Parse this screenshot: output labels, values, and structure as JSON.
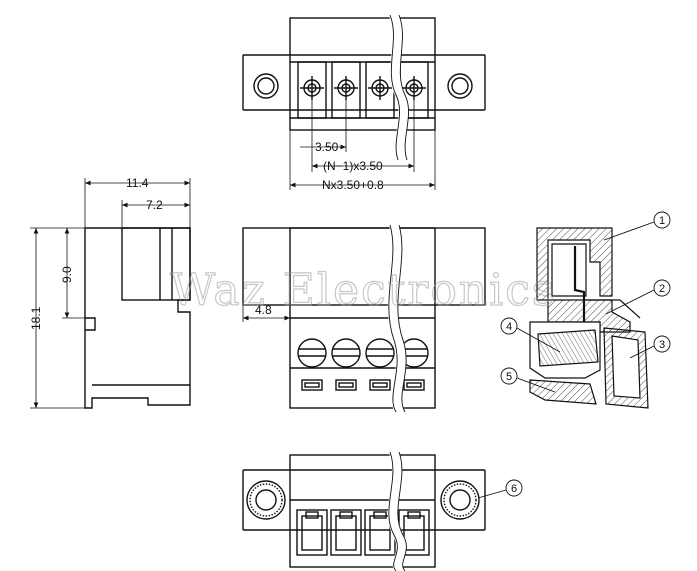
{
  "watermark": "Waz Electronics",
  "top_view": {
    "dimensions": {
      "pitch": "3.50",
      "span": "(N−1)x3.50",
      "overall": "Nx3.50+0.8"
    }
  },
  "side_view": {
    "dimensions": {
      "width": "11.4",
      "inner_width": "7.2",
      "height": "9.0",
      "overall_height": "18.1"
    }
  },
  "front_view": {
    "dimensions": {
      "offset": "4.8"
    }
  },
  "section_view": {
    "callouts": [
      "1",
      "2",
      "3",
      "4",
      "5"
    ]
  },
  "bottom_view": {
    "callouts": [
      "6"
    ]
  }
}
